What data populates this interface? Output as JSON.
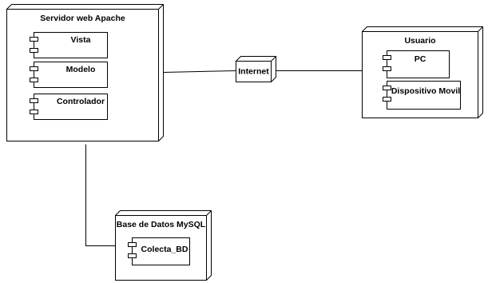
{
  "nodes": {
    "server": {
      "title": "Servidor web Apache",
      "components": [
        "Vista",
        "Modelo",
        "Controlador"
      ]
    },
    "internet": {
      "title": "Internet"
    },
    "user": {
      "title": "Usuario",
      "components": [
        "PC",
        "Dispositivo Movil"
      ]
    },
    "database": {
      "title": "Base de Datos MySQL",
      "components": [
        "Colecta_BD"
      ]
    }
  },
  "colors": {
    "stroke": "#000000",
    "fill": "#ffffff",
    "background": "#ffffff"
  }
}
